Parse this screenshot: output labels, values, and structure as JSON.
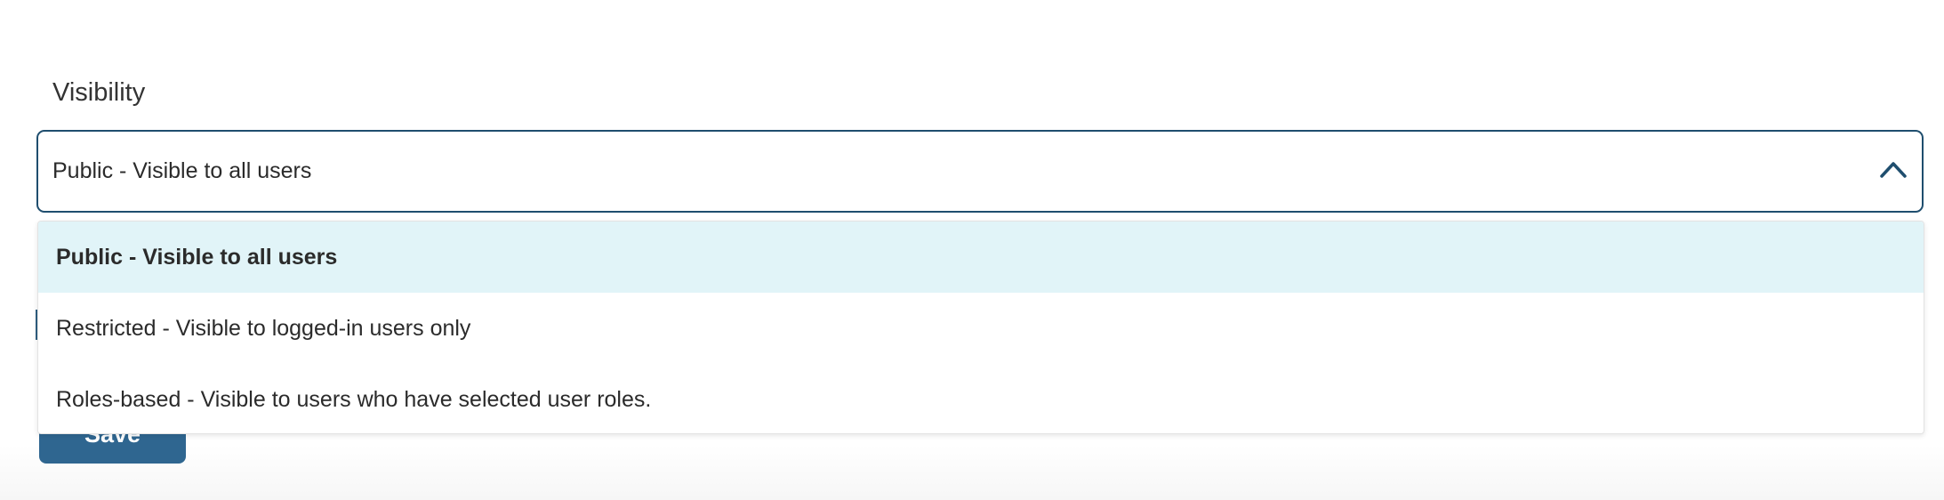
{
  "visibility": {
    "label": "Visibility",
    "selected_value": "Public - Visible to all users",
    "options": [
      {
        "label": "Public - Visible to all users",
        "selected": true
      },
      {
        "label": "Restricted - Visible to logged-in users only",
        "selected": false
      },
      {
        "label": "Roles-based - Visible to users who have selected user roles.",
        "selected": false
      }
    ],
    "chevron_icon": "chevron-up-icon"
  },
  "actions": {
    "save_label": "Save"
  },
  "colors": {
    "accent": "#1f4e6e",
    "button": "#2f6690",
    "selected_option_bg": "#e1f4f8"
  }
}
